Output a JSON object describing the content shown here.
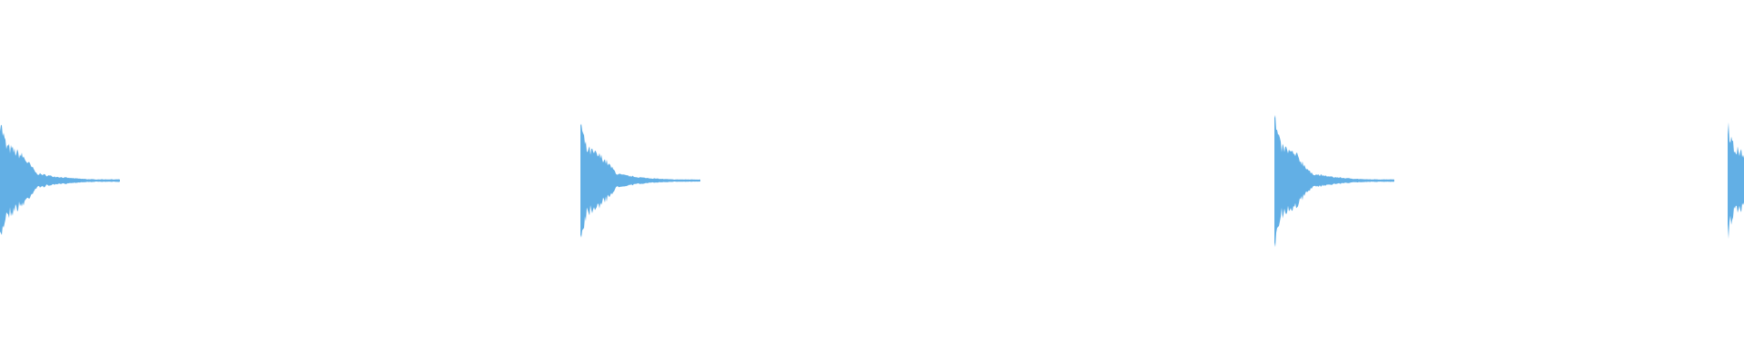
{
  "waveform": {
    "color": "#62AFE5",
    "background": "#ffffff",
    "events": [
      {
        "type": "percussive-hit",
        "peak_amplitude": 1.0
      },
      {
        "type": "percussive-hit",
        "peak_amplitude": 0.92
      },
      {
        "type": "percussive-hit",
        "peak_amplitude": 1.0
      },
      {
        "type": "percussive-hit",
        "peak_amplitude": 0.93,
        "truncated": true
      }
    ]
  }
}
